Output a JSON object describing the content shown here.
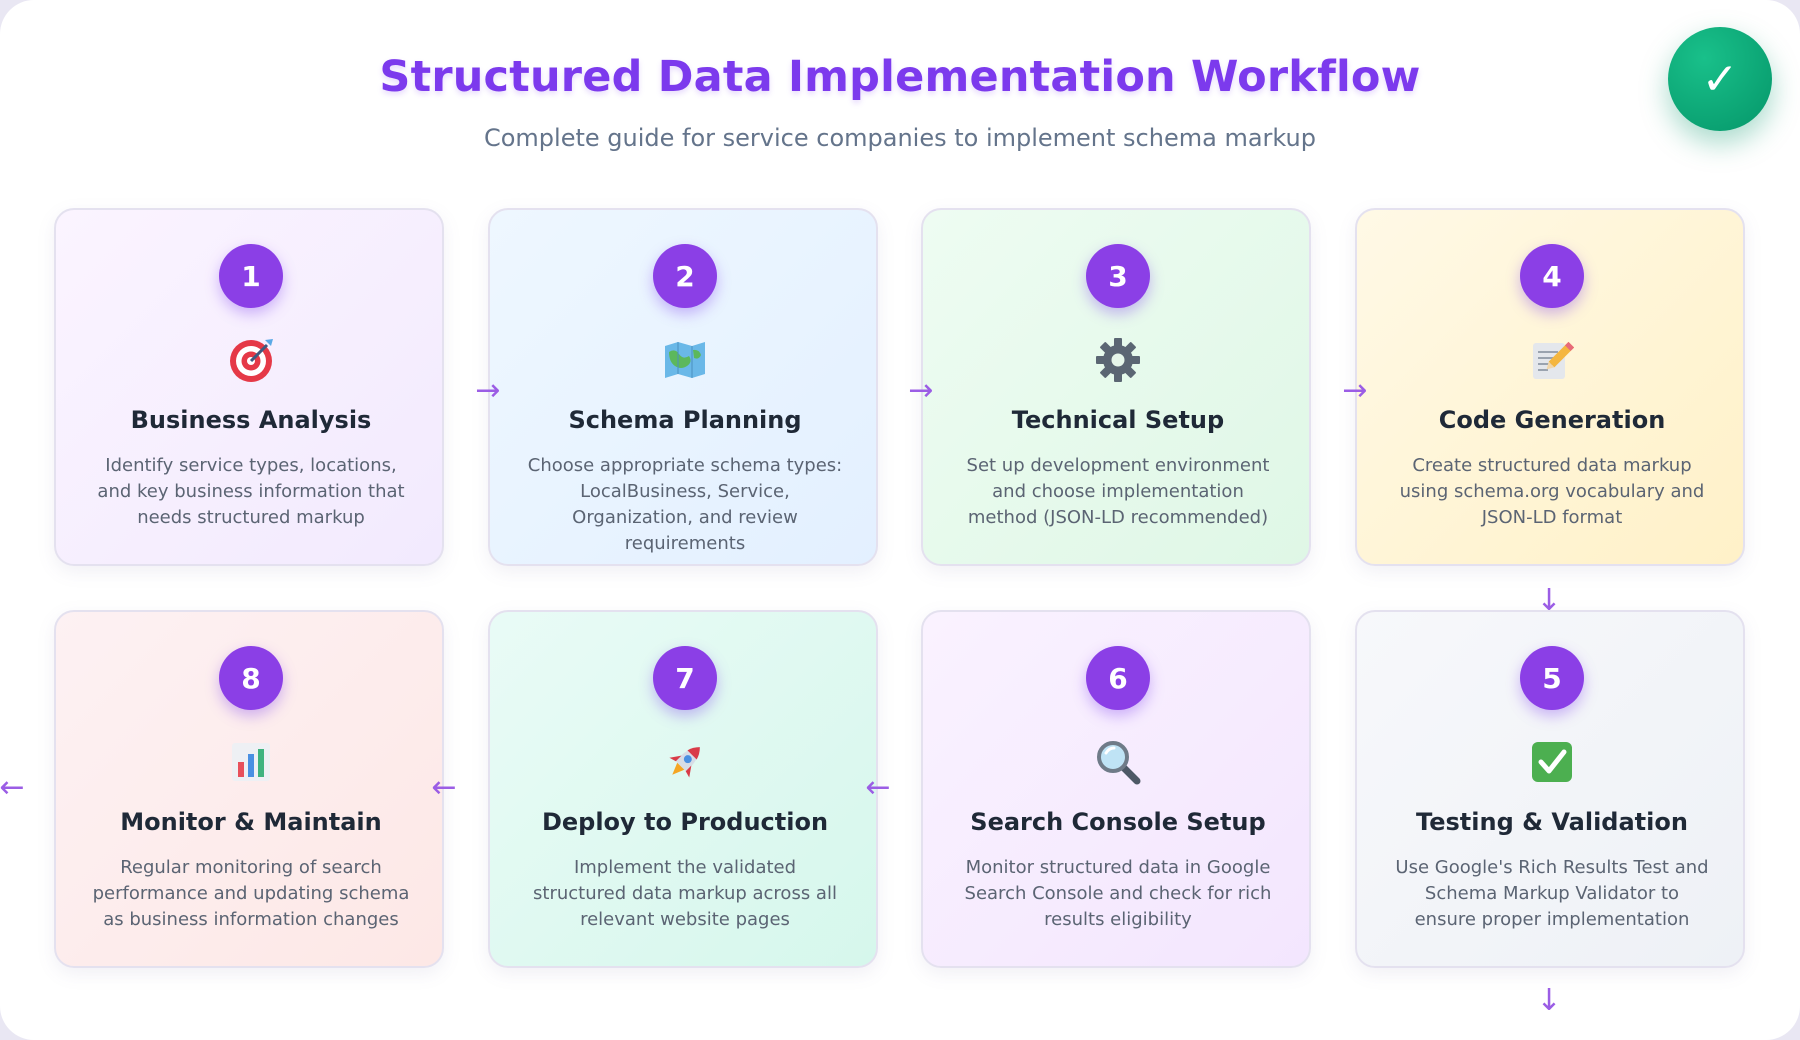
{
  "header": {
    "title": "Structured Data Implementation Workflow",
    "subtitle": "Complete guide for service companies to implement schema markup",
    "done_badge": "✓"
  },
  "steps": [
    {
      "number": "1",
      "icon": "target-icon",
      "title": "Business Analysis",
      "desc": "Identify service types, locations, and key business information that needs structured markup",
      "bg": "#f5efff"
    },
    {
      "number": "2",
      "icon": "map-icon",
      "title": "Schema Planning",
      "desc": "Choose appropriate schema types: LocalBusiness, Service, Organization, and review requirements",
      "bg": "#e7f3ff"
    },
    {
      "number": "3",
      "icon": "gear-icon",
      "title": "Technical Setup",
      "desc": "Set up development environment and choose implementation method (JSON-LD recommended)",
      "bg": "#e6f9ec"
    },
    {
      "number": "4",
      "icon": "memo-icon",
      "title": "Code Generation",
      "desc": "Create structured data markup using schema.org vocabulary and JSON-LD format",
      "bg": "#fff7dc"
    },
    {
      "number": "5",
      "icon": "check-mark-icon",
      "title": "Testing & Validation",
      "desc": "Use Google's Rich Results Test and Schema Markup Validator to ensure proper implementation",
      "bg": "#f3f5f9"
    },
    {
      "number": "6",
      "icon": "magnifier-icon",
      "title": "Search Console Setup",
      "desc": "Monitor structured data in Google Search Console and check for rich results eligibility",
      "bg": "#f8efff"
    },
    {
      "number": "7",
      "icon": "rocket-icon",
      "title": "Deploy to Production",
      "desc": "Implement the validated structured data markup across all relevant website pages",
      "bg": "#e2f9f1"
    },
    {
      "number": "8",
      "icon": "bar-chart-icon",
      "title": "Monitor & Maintain",
      "desc": "Regular monitoring of search performance and updating schema as business information changes",
      "bg": "#fdeeee"
    }
  ],
  "arrows": {
    "right": "→",
    "left": "←",
    "down": "↓"
  },
  "colors": {
    "accent": "#7c3aed",
    "number_badge": "#8b3fe6",
    "success": "#059669"
  }
}
